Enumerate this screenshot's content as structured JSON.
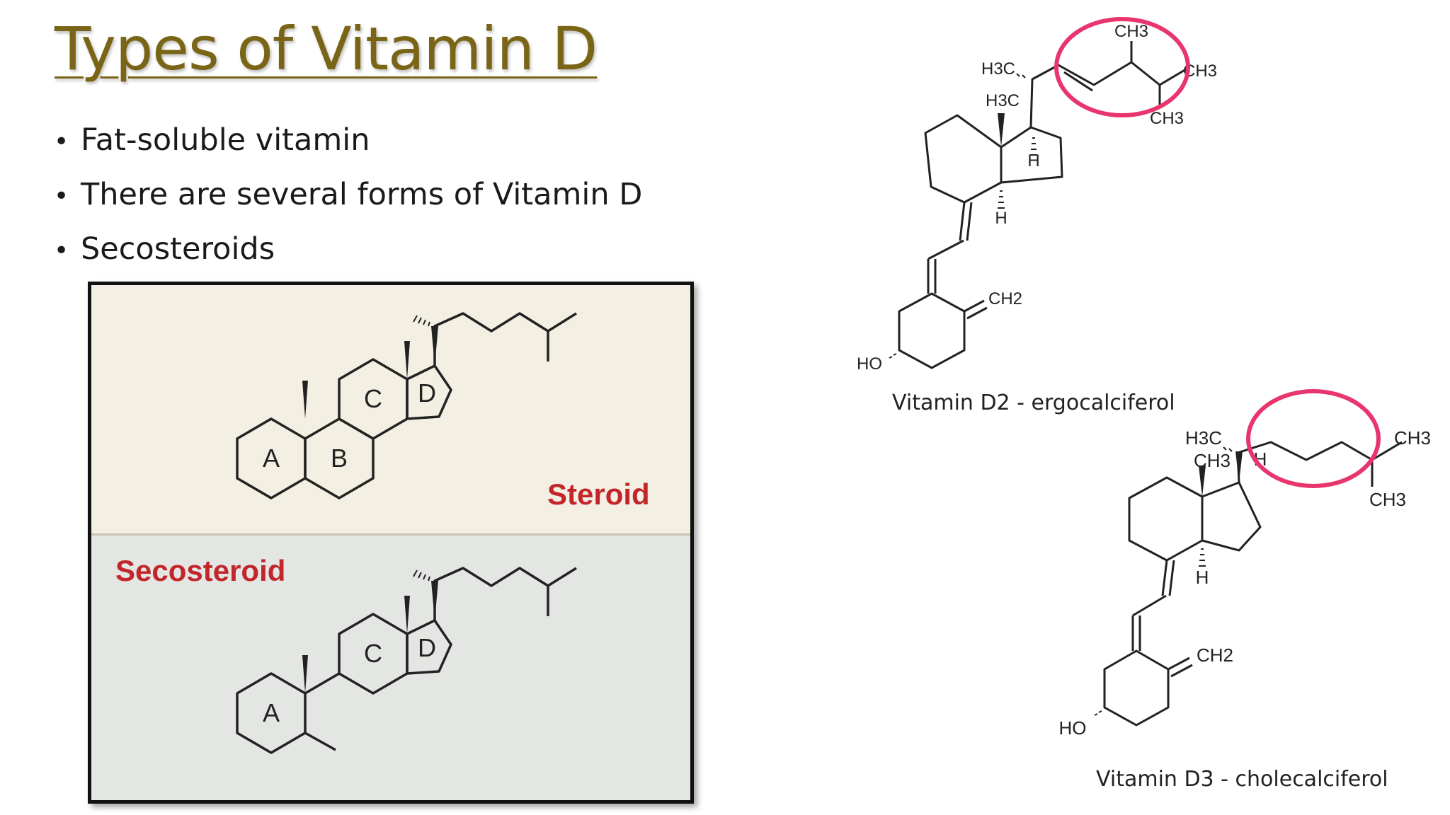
{
  "slide": {
    "title": "Types of Vitamin D",
    "bullets": [
      "Fat-soluble vitamin",
      "There are several forms of Vitamin D",
      "Secosteroids"
    ]
  },
  "panel": {
    "steroid_label": "Steroid",
    "secosteroid_label": "Secosteroid",
    "ring_labels": {
      "a": "A",
      "b": "B",
      "c": "C",
      "d": "D"
    }
  },
  "vitamin_d2": {
    "caption": "Vitamin D2 - ergocalciferol",
    "atoms": {
      "ch3": "CH3",
      "h3c": "H3C",
      "h": "H",
      "ch2": "CH2",
      "ho": "HO"
    }
  },
  "vitamin_d3": {
    "caption": "Vitamin D3 - cholecalciferol",
    "atoms": {
      "ch3": "CH3",
      "h3c": "H3C",
      "h": "H",
      "ch2": "CH2",
      "ho": "HO"
    }
  },
  "colors": {
    "title": "#7a6416",
    "label_red": "#c2262b",
    "highlight_circle": "#e8356d",
    "panel_top": "#f3efe3",
    "panel_bottom": "#e4e6e3"
  }
}
